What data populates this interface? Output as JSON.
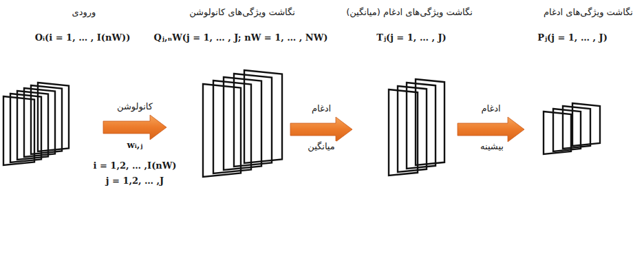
{
  "diagram": {
    "nodes": [
      {
        "text": [
          "ورودی",
          "Oᵢ(i = 1, … , I(nW))"
        ]
      },
      {
        "text": [
          "نگاشت ویژگی‌های کانولوشن",
          "Qⱼ,ₙW(j = 1, … , J; nW = 1, … , NW)"
        ]
      },
      {
        "text": [
          "نگاشت ویژگی‌های ادغام (میانگین)",
          "Tⱼ(j = 1, … , J)"
        ]
      },
      {
        "text": [
          "نگاشت ویژگی‌های ادغام",
          "Pⱼ(j = 1, … , J)"
        ]
      }
    ],
    "edges": [
      {
        "from": 0,
        "to": 1,
        "arrow": "to",
        "label": "کانولوشن"
      },
      {
        "from": 1,
        "to": 2,
        "arrow": "to",
        "label": "ادغام"
      },
      {
        "from": 2,
        "to": 3,
        "arrow": "to",
        "label": "ادغام"
      }
    ],
    "labels": [
      "wᵢ,ⱼ",
      "i = 1,2, … ,I(nW)",
      "j = 1,2, … ,J",
      "میانگین",
      "بیشینه"
    ]
  }
}
